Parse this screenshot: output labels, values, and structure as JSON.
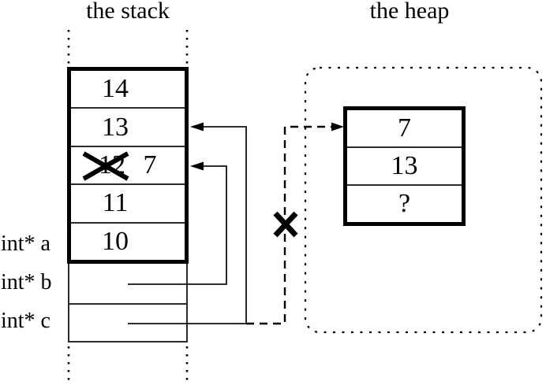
{
  "stack": {
    "title": "the stack",
    "cells": [
      {
        "value": "14"
      },
      {
        "value": "13"
      },
      {
        "value": "12",
        "crossed_out": true,
        "new_value": "7"
      },
      {
        "value": "11"
      },
      {
        "value": "10"
      }
    ],
    "pointer_labels": [
      {
        "label": "int* a"
      },
      {
        "label": "int* b"
      },
      {
        "label": "int* c"
      }
    ]
  },
  "heap": {
    "title": "the heap",
    "cells": [
      {
        "value": "7"
      },
      {
        "value": "13"
      },
      {
        "value": "?"
      }
    ]
  },
  "colors": {
    "line": "#000000",
    "background": "#ffffff"
  }
}
